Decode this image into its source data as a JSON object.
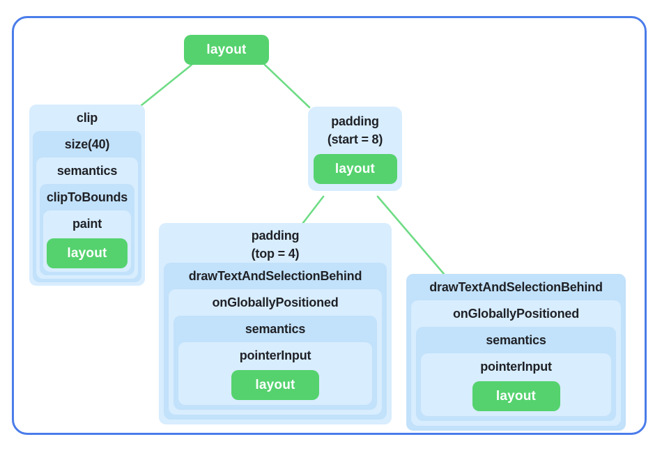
{
  "colors": {
    "border": "#4a7cea",
    "box_light": "#d8edfe",
    "box_medium": "#c2e1fa",
    "green": "#55d26e",
    "line": "#6edc85",
    "text": "#1f2126",
    "background": "#ffffff"
  },
  "root": {
    "label": "layout"
  },
  "clip_tree": {
    "levels": [
      "clip",
      "size(40)",
      "semantics",
      "clipToBounds",
      "paint"
    ],
    "leaf": "layout"
  },
  "padding_start_node": {
    "line1": "padding",
    "line2": "(start = 8)",
    "leaf": "layout"
  },
  "padding_top_tree": {
    "line1": "padding",
    "line2": "(top = 4)",
    "levels": [
      "drawTextAndSelectionBehind",
      "onGloballyPositioned",
      "semantics",
      "pointerInput"
    ],
    "leaf": "layout"
  },
  "draw_text_tree": {
    "levels": [
      "drawTextAndSelectionBehind",
      "onGloballyPositioned",
      "semantics",
      "pointerInput"
    ],
    "leaf": "layout"
  }
}
